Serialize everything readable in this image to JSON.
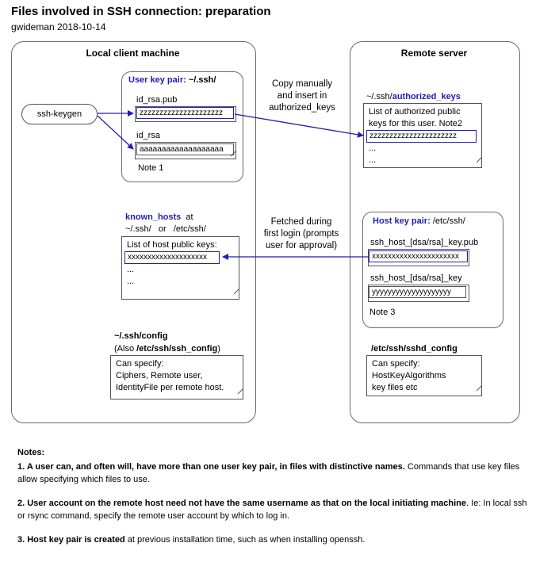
{
  "title": "Files involved in SSH connection: preparation",
  "subtitle": "gwideman 2018-10-14",
  "local_panel": {
    "title": "Local client machine",
    "keygen_label": "ssh-keygen",
    "user_key_pair": {
      "label": "User key pair:",
      "path": "~/.ssh/",
      "pub_name": "id_rsa.pub",
      "pub_value": "zzzzzzzzzzzzzzzzzzzzz",
      "priv_name": "id_rsa",
      "priv_value": "aaaaaaaaaaaaaaaaaaa",
      "note": "Note 1"
    },
    "known_hosts": {
      "label": "known_hosts",
      "at": "at",
      "paths": "~/.ssh/   or   /etc/ssh/",
      "lines": [
        "List of host public keys:",
        "xxxxxxxxxxxxxxxxxxxx",
        "...",
        "..."
      ]
    },
    "config": {
      "label": "~/.ssh/config",
      "also_prefix": "(Also ",
      "also_path": "/etc/ssh/ssh_config",
      "also_suffix": ")",
      "lines": [
        "Can specify:",
        "Ciphers, Remote user,",
        "IdentityFile per remote host."
      ]
    }
  },
  "remote_panel": {
    "title": "Remote server",
    "authorized_keys": {
      "path_prefix": "~/.ssh/",
      "label": "authorized_keys",
      "lines": [
        "List of authorized  public",
        "keys for this user. Note2",
        "zzzzzzzzzzzzzzzzzzzzzz",
        "...",
        "..."
      ]
    },
    "host_key_pair": {
      "label": "Host key pair:",
      "path": "/etc/ssh/",
      "pub_name": "ssh_host_[dsa/rsa]_key.pub",
      "pub_value": "xxxxxxxxxxxxxxxxxxxxxx",
      "priv_name": "ssh_host_[dsa/rsa]_key",
      "priv_value": "yyyyyyyyyyyyyyyyyyyy",
      "note": "Note 3"
    },
    "sshd_config": {
      "label": "/etc/ssh/sshd_config",
      "lines": [
        "Can specify:",
        "HostKeyAlgorithms",
        "key files etc"
      ]
    }
  },
  "arrows": {
    "copy_label": [
      "Copy manually",
      "and insert in",
      "authorized_keys"
    ],
    "fetch_label": [
      "Fetched during",
      "first login (prompts",
      "user for approval)"
    ]
  },
  "notes": {
    "heading": "Notes:",
    "items": [
      {
        "bold": "1. A user can, and often will, have more than one user key pair, in files with distinctive names.",
        "rest": " Commands that use key files allow specifying which files to use."
      },
      {
        "bold": "2. User account on the remote host need not have the same username as that on the local initiating machine",
        "rest": ". Ie: In local ssh or rsync command, specify the remote user account by which to log in."
      },
      {
        "bold": "3. Host key pair is created",
        "rest": " at previous installation time, such as when installing openssh."
      }
    ]
  },
  "colors": {
    "accent": "#1f1fb0",
    "border": "#555555"
  }
}
